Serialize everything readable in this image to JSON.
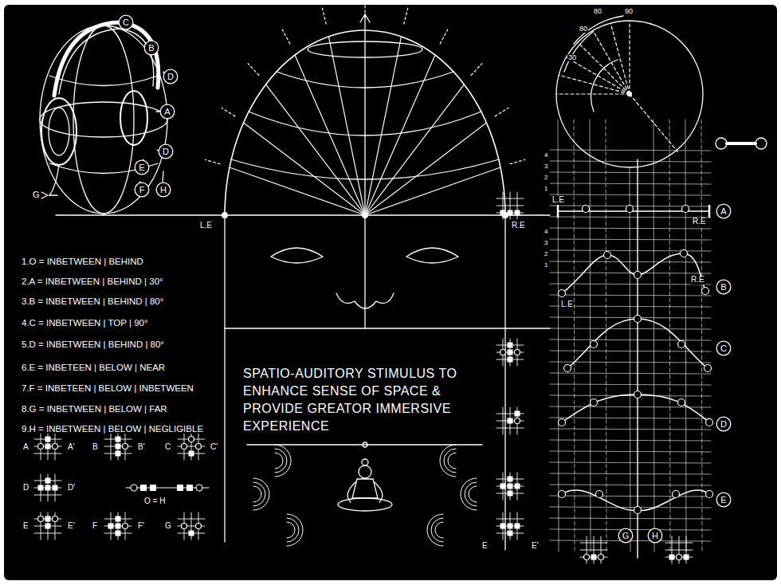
{
  "diagram": {
    "title": "SPATIO-AUDITORY STIMULUS TO ENHANCE SENSE OF SPACE & PROVIDE GREATOR IMMERSIVE EXPERIENCE",
    "nodes": [
      {
        "text": [
          "C"
        ]
      },
      {
        "text": [
          "B"
        ]
      },
      {
        "text": [
          "D"
        ]
      },
      {
        "text": [
          "A"
        ]
      },
      {
        "text": [
          "D"
        ]
      },
      {
        "text": [
          "E"
        ]
      },
      {
        "text": [
          "F"
        ]
      },
      {
        "text": [
          "H"
        ]
      },
      {
        "text": [
          "A"
        ]
      },
      {
        "text": [
          "B"
        ]
      },
      {
        "text": [
          "C"
        ]
      },
      {
        "text": [
          "D"
        ]
      },
      {
        "text": [
          "E"
        ]
      },
      {
        "text": [
          "G"
        ]
      },
      {
        "text": [
          "H"
        ]
      }
    ],
    "labels": [
      "1.O = INBETWEEN | BEHIND",
      "2.A = INBETWEEN | BEHIND | 30°",
      "3.B = INBETWEEN | BEHIND | 80°",
      "4.C = INBETWEEN | TOP | 90°",
      "5.D = INBETWEEN | BEHIND | 80°",
      "6.E = INBETEEN | BELOW | NEAR",
      "7.F = INBETEEN | BELOW | INBETWEEN",
      "8.G = INBETWEEN | BELOW | FAR",
      "9.H = INBETWEEN | BELOW | NEGLIGIBLE",
      "L.E",
      "R.E",
      "L.E",
      "R.E",
      "L.E",
      "R.E",
      "G",
      "80",
      "90",
      "80",
      "30",
      "4",
      "3",
      "2",
      "1",
      "4",
      "3",
      "2",
      "1",
      "A",
      "A'",
      "B",
      "B'",
      "C",
      "C'",
      "D",
      "D'",
      "O = H",
      "E",
      "E'",
      "F",
      "F'",
      "G",
      "E",
      "E'"
    ]
  }
}
